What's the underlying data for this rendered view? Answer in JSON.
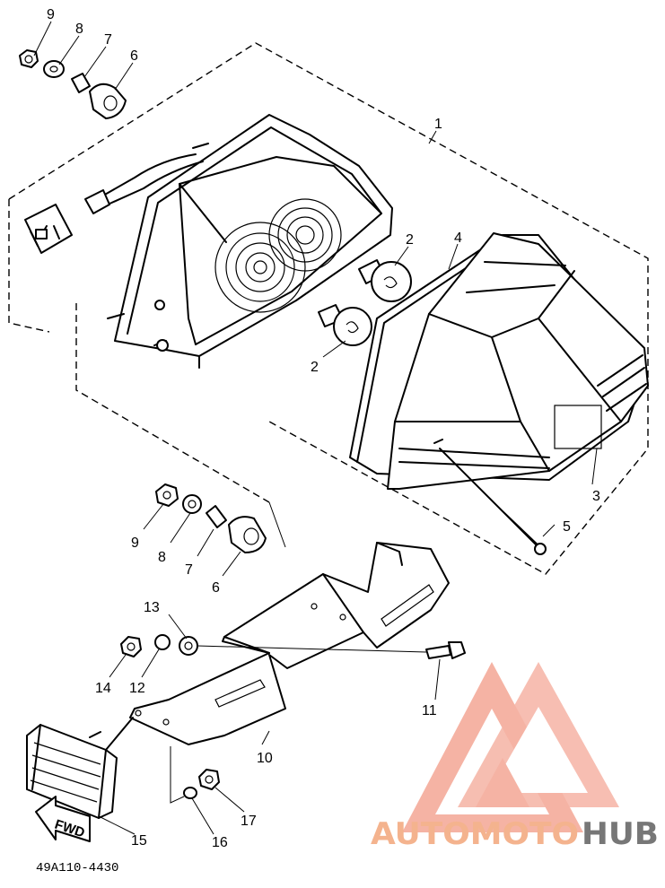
{
  "callouts": {
    "c1": "1",
    "c2a": "2",
    "c2b": "2",
    "c3": "3",
    "c4": "4",
    "c5": "5",
    "c6a": "6",
    "c7a": "7",
    "c8a": "8",
    "c9a": "9",
    "c6b": "6",
    "c7b": "7",
    "c8b": "8",
    "c9b": "9",
    "c10": "10",
    "c11": "11",
    "c12": "12",
    "c13": "13",
    "c14": "14",
    "c15": "15",
    "c16": "16",
    "c17": "17"
  },
  "part_code": "49A110-4430",
  "fwd_label": "FWD",
  "watermark": {
    "red_part": "AUTOMOTO",
    "gray_part": "HUB",
    "colors": {
      "logo": "#f4a08a",
      "text_red": "#f4b38e",
      "text_gray": "#777777"
    }
  }
}
